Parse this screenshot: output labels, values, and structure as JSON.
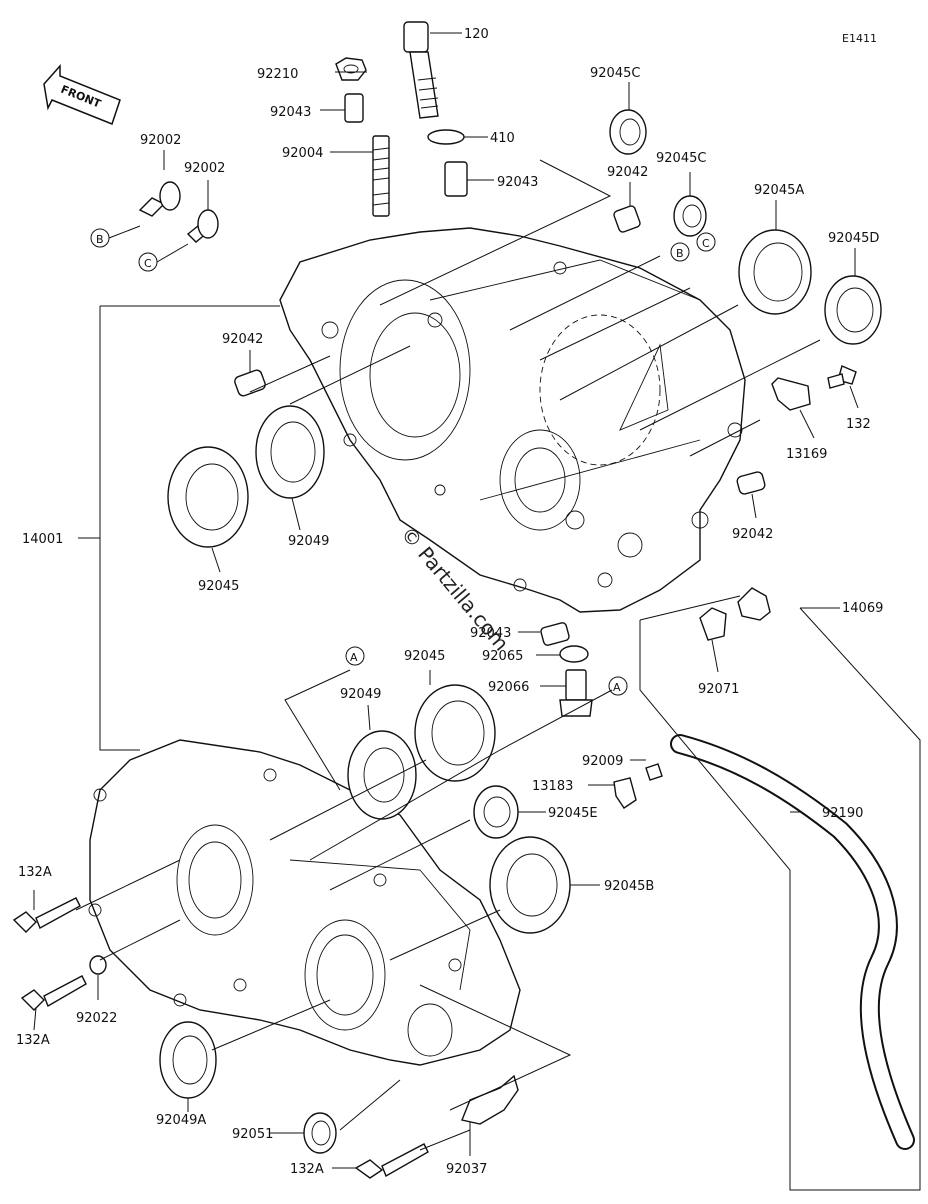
{
  "diagram": {
    "code": "E1411",
    "front_label": "FRONT",
    "watermark": "© Partzilla.com",
    "callout_letters": [
      "A",
      "B",
      "C"
    ],
    "part_labels": [
      {
        "id": "p120",
        "text": "120"
      },
      {
        "id": "p92210",
        "text": "92210"
      },
      {
        "id": "p92043a",
        "text": "92043"
      },
      {
        "id": "p92004",
        "text": "92004"
      },
      {
        "id": "p410",
        "text": "410"
      },
      {
        "id": "p92043b",
        "text": "92043"
      },
      {
        "id": "p92045c1",
        "text": "92045C"
      },
      {
        "id": "p92045c2",
        "text": "92045C"
      },
      {
        "id": "p92042a",
        "text": "92042"
      },
      {
        "id": "p92045a",
        "text": "92045A"
      },
      {
        "id": "p92045d",
        "text": "92045D"
      },
      {
        "id": "p92002a",
        "text": "92002"
      },
      {
        "id": "p92002b",
        "text": "92002"
      },
      {
        "id": "p92042b",
        "text": "92042"
      },
      {
        "id": "p132",
        "text": "132"
      },
      {
        "id": "p13169",
        "text": "13169"
      },
      {
        "id": "p92042c",
        "text": "92042"
      },
      {
        "id": "p92049a",
        "text": "92049"
      },
      {
        "id": "p92045a2",
        "text": "92045"
      },
      {
        "id": "p14001",
        "text": "14001"
      },
      {
        "id": "p14069",
        "text": "14069"
      },
      {
        "id": "p92043c",
        "text": "92043"
      },
      {
        "id": "p92065",
        "text": "92065"
      },
      {
        "id": "p92066",
        "text": "92066"
      },
      {
        "id": "p92071",
        "text": "92071"
      },
      {
        "id": "p92045b2",
        "text": "92045"
      },
      {
        "id": "p92049b",
        "text": "92049"
      },
      {
        "id": "p92009",
        "text": "92009"
      },
      {
        "id": "p13183",
        "text": "13183"
      },
      {
        "id": "p92045e",
        "text": "92045E"
      },
      {
        "id": "p92190",
        "text": "92190"
      },
      {
        "id": "p92045b",
        "text": "92045B"
      },
      {
        "id": "p132a1",
        "text": "132A"
      },
      {
        "id": "p92022",
        "text": "92022"
      },
      {
        "id": "p132a2",
        "text": "132A"
      },
      {
        "id": "p92049aa",
        "text": "92049A"
      },
      {
        "id": "p92051",
        "text": "92051"
      },
      {
        "id": "p132a3",
        "text": "132A"
      },
      {
        "id": "p92037",
        "text": "92037"
      }
    ]
  }
}
